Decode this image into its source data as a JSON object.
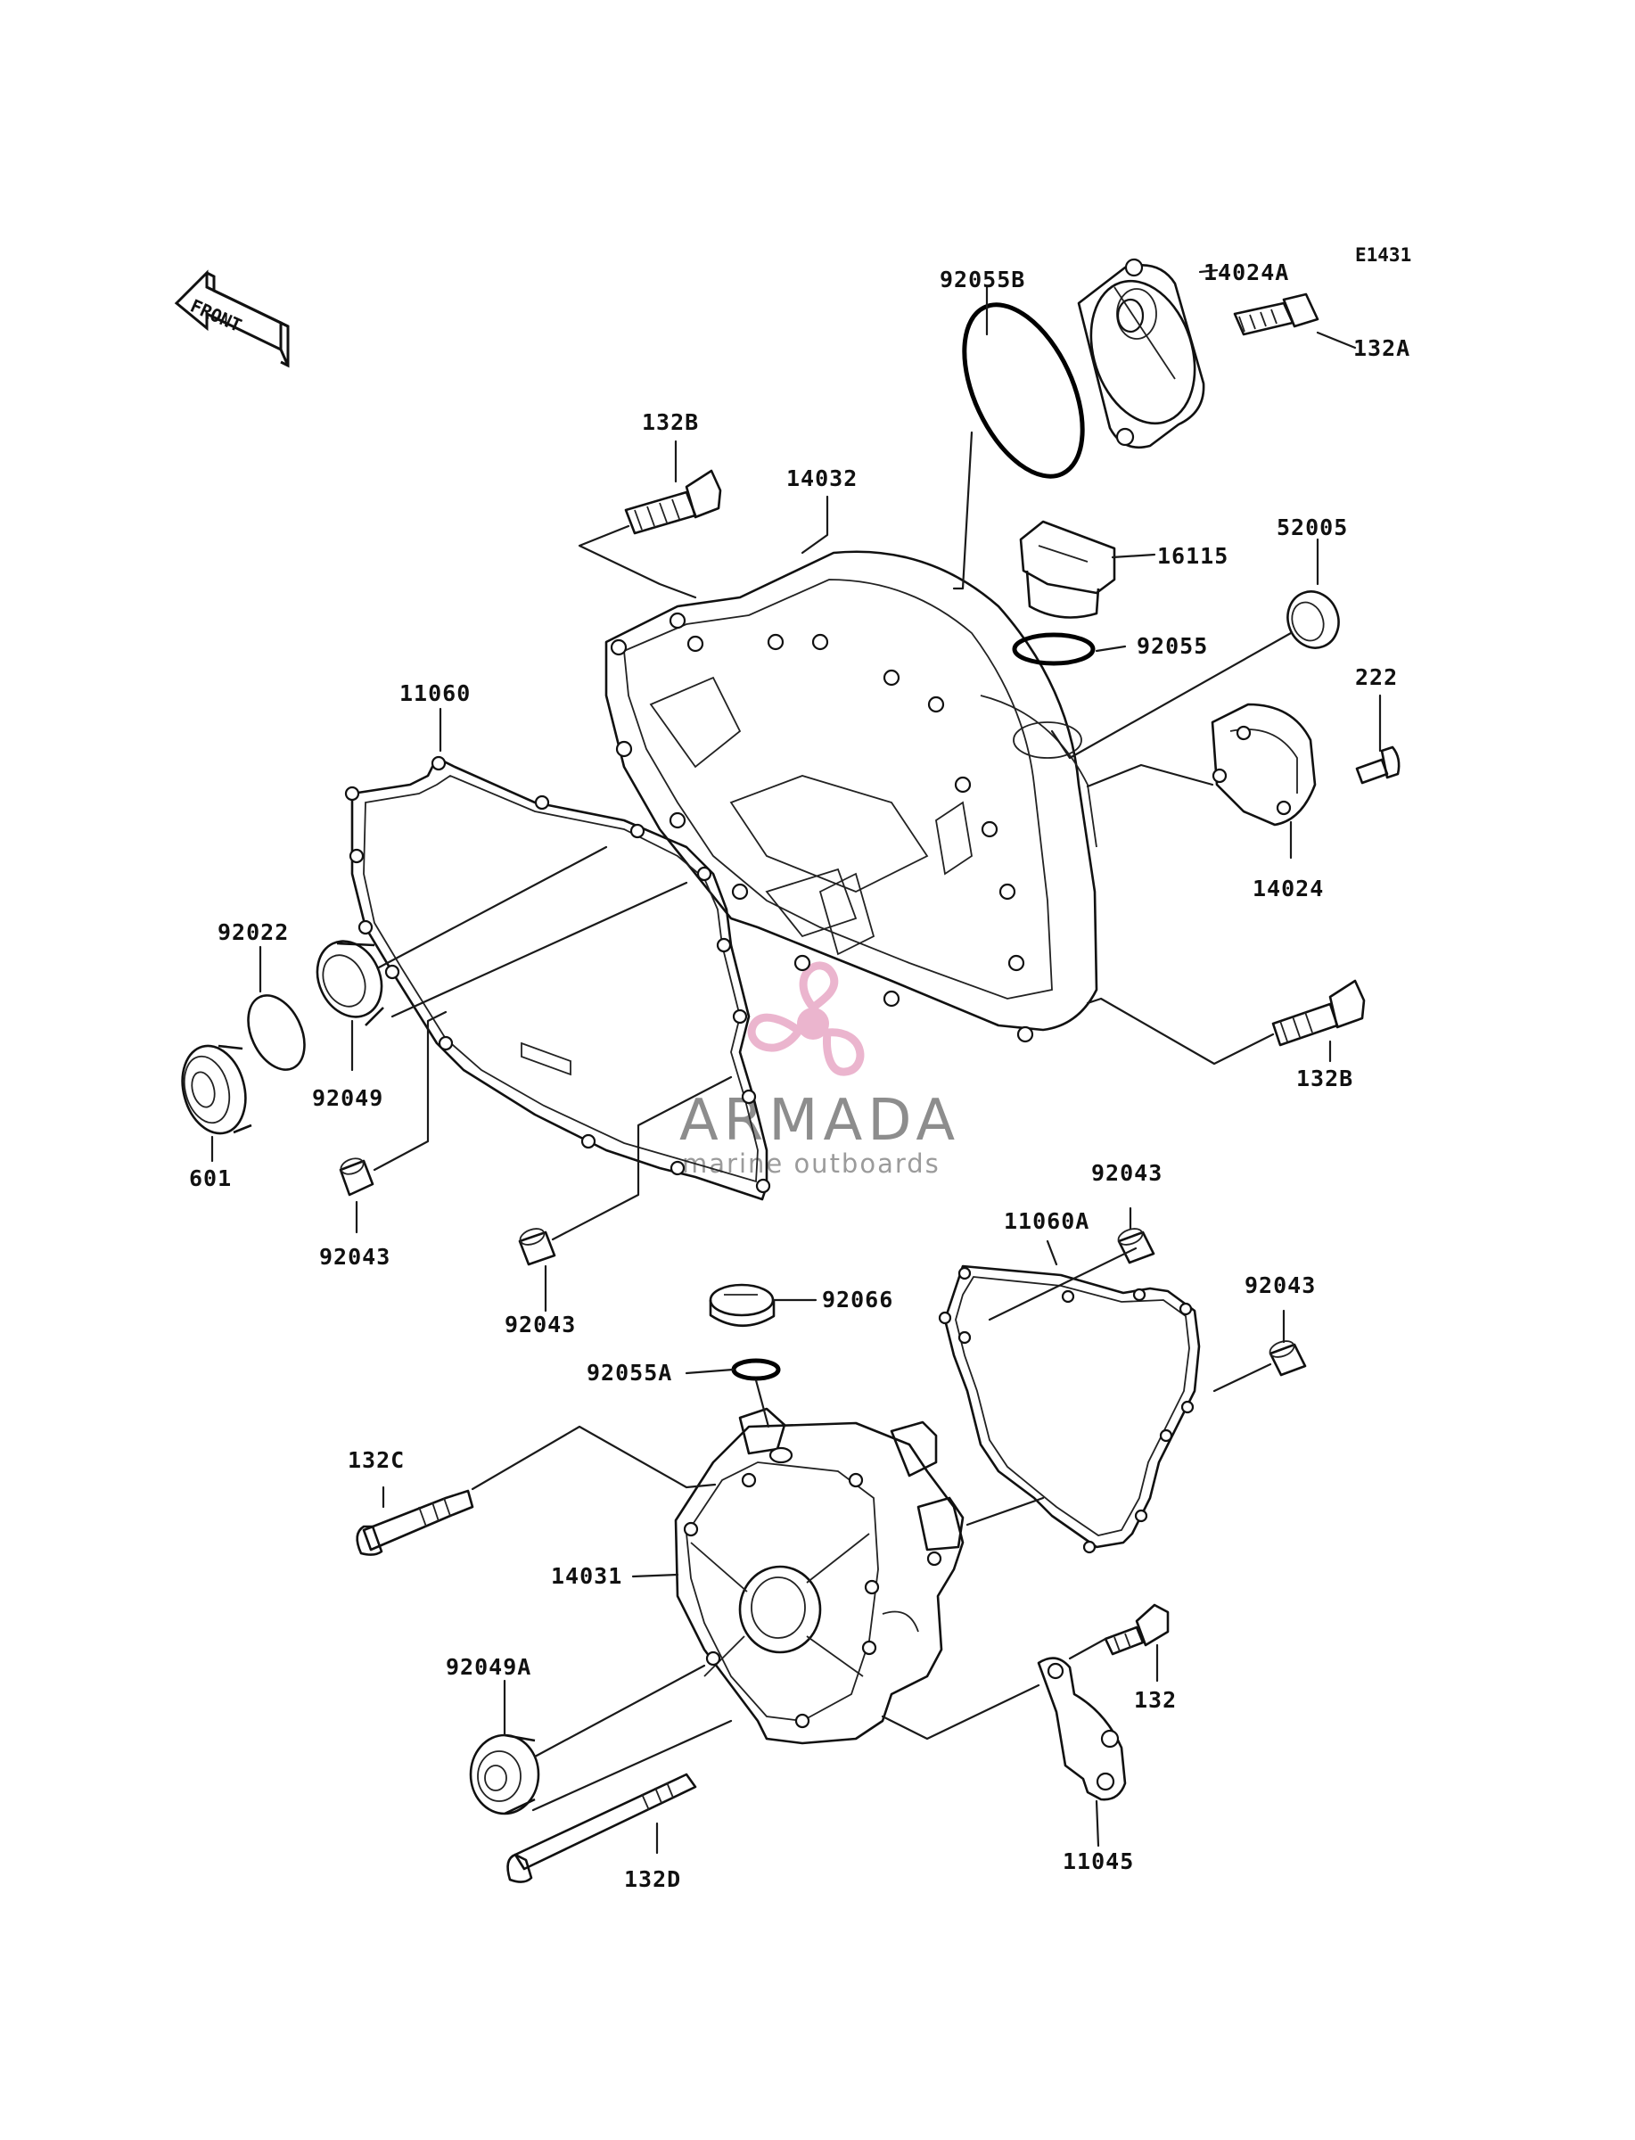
{
  "diagram": {
    "ref_code": "E1431",
    "front_label": "FRONT",
    "watermark": {
      "brand": "ARMADA",
      "tagline": "marine outboards",
      "logo_color": "#e8a9c6"
    },
    "part_labels": {
      "p92055B": "92055B",
      "p14024A": "14024A",
      "p132A": "132A",
      "p132B_top": "132B",
      "p14032": "14032",
      "p16115": "16115",
      "p52005": "52005",
      "p92055": "92055",
      "p222": "222",
      "p14024": "14024",
      "p11060": "11060",
      "p92022": "92022",
      "p92049": "92049",
      "p601": "601",
      "p132B_right": "132B",
      "p92043_a": "92043",
      "p92043_b": "92043",
      "p92043_c": "92043",
      "p92043_d": "92043",
      "p11060A": "11060A",
      "p92066": "92066",
      "p92055A": "92055A",
      "p132C": "132C",
      "p14031": "14031",
      "p92049A": "92049A",
      "p132": "132",
      "p11045": "11045",
      "p132D": "132D"
    }
  }
}
